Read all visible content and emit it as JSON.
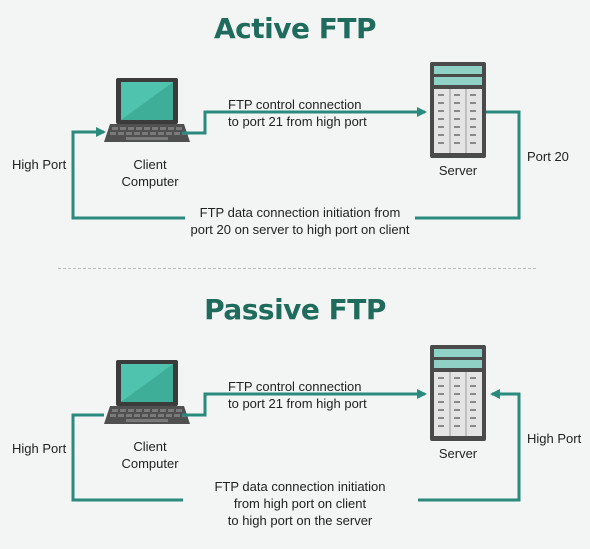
{
  "active": {
    "title": "Active FTP",
    "client_label_line1": "Client",
    "client_label_line2": "Computer",
    "server_label": "Server",
    "control_line1": "FTP control connection",
    "control_line2": "to port 21 from high port",
    "client_port": "High Port",
    "server_port": "Port 20",
    "data_line1": "FTP data connection initiation from",
    "data_line2": "port 20 on server to high port on client"
  },
  "passive": {
    "title": "Passive FTP",
    "client_label_line1": "Client",
    "client_label_line2": "Computer",
    "server_label": "Server",
    "control_line1": "FTP control connection",
    "control_line2": "to port 21 from high port",
    "client_port": "High Port",
    "server_port": "High Port",
    "data_line1": "FTP data connection initiation",
    "data_line2": "from high port on client",
    "data_line3": "to high port on the server"
  },
  "colors": {
    "accent": "#1f6b5c",
    "arrow": "#2a8a7c",
    "screen": "#4fc3ad",
    "device": "#4a4a4a"
  },
  "icons": [
    "laptop-icon",
    "server-icon"
  ]
}
